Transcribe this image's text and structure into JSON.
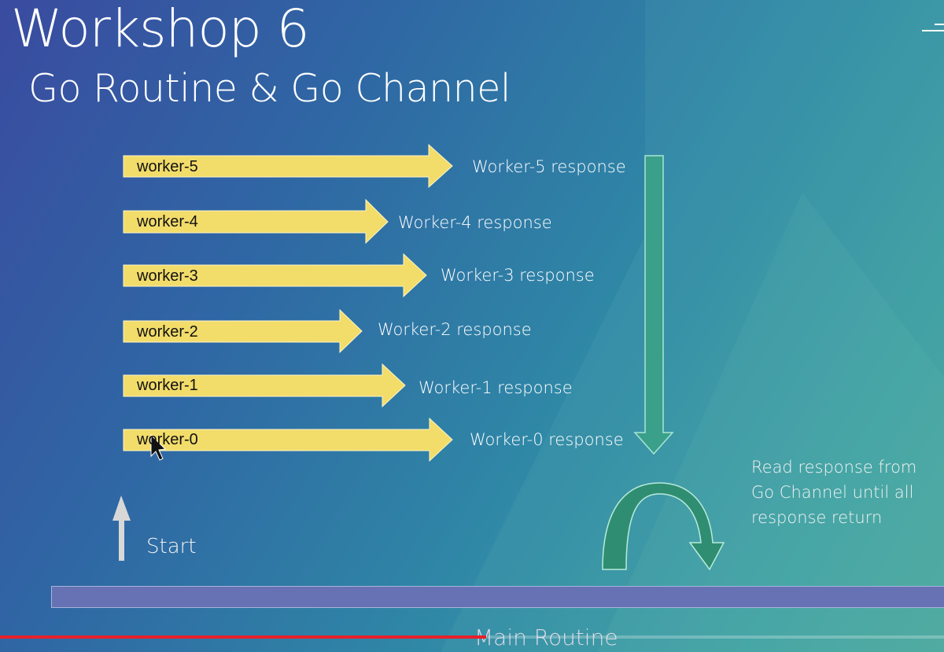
{
  "slide": {
    "title": "Workshop 6",
    "subtitle": "Go Routine & Go Channel"
  },
  "workers": [
    {
      "label": "worker-5",
      "response": "Worker-5 response"
    },
    {
      "label": "worker-4",
      "response": "Worker-4 response"
    },
    {
      "label": "worker-3",
      "response": "Worker-3 response"
    },
    {
      "label": "worker-2",
      "response": "Worker-2 response"
    },
    {
      "label": "worker-1",
      "response": "Worker-1 response"
    },
    {
      "label": "worker-0",
      "response": "Worker-0 response"
    }
  ],
  "start_label": "Start",
  "read_note": "Read response from Go Channel until all response return",
  "main_routine_label": "Main Routine",
  "video": {
    "progress_fraction": 0.515
  },
  "colors": {
    "worker_arrow": "#f2dc6a",
    "channel_arrow": "#3aa08a",
    "main_bar": "#6672b3",
    "progress": "#e8202a"
  }
}
